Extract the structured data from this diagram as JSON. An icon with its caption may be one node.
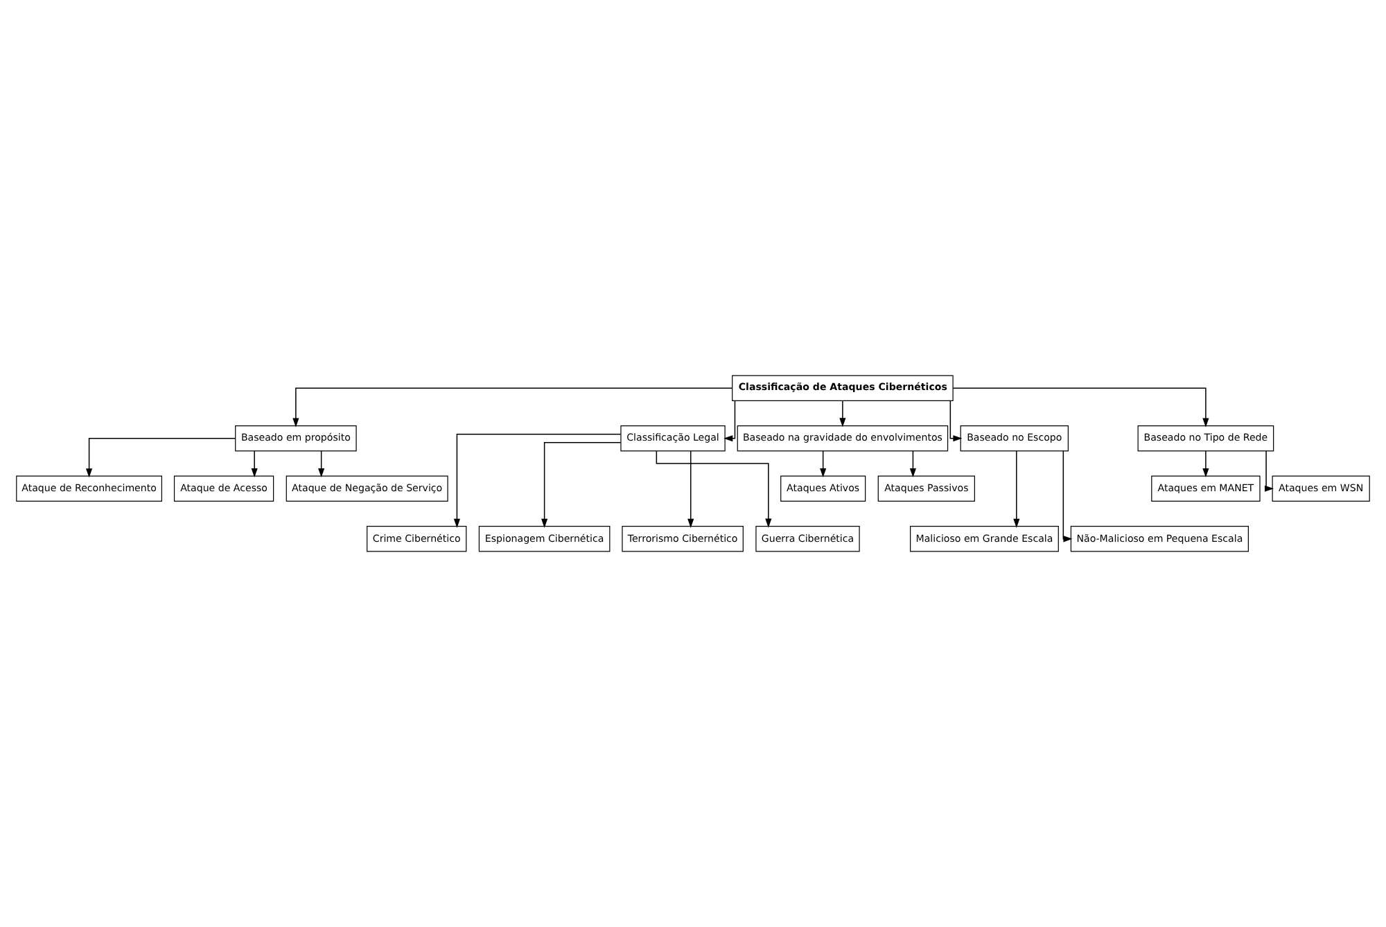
{
  "diagram": {
    "nodes": [
      {
        "text": [
          "Classificação de Ataques Cibernéticos"
        ]
      },
      {
        "text": [
          "Baseado em propósito"
        ]
      },
      {
        "text": [
          "Classificação Legal"
        ]
      },
      {
        "text": [
          "Baseado na gravidade do envolvimentos"
        ]
      },
      {
        "text": [
          "Baseado no Escopo"
        ]
      },
      {
        "text": [
          "Baseado no Tipo de Rede"
        ]
      },
      {
        "text": [
          "Ataque de Reconhecimento"
        ]
      },
      {
        "text": [
          "Ataque de Acesso"
        ]
      },
      {
        "text": [
          "Ataque de Negação de Serviço"
        ]
      },
      {
        "text": [
          "Ataques Ativos"
        ]
      },
      {
        "text": [
          "Ataques Passivos"
        ]
      },
      {
        "text": [
          "Ataques em MANET"
        ]
      },
      {
        "text": [
          "Ataques em WSN"
        ]
      },
      {
        "text": [
          "Crime Cibernético"
        ]
      },
      {
        "text": [
          "Espionagem Cibernética"
        ]
      },
      {
        "text": [
          "Terrorismo Cibernético"
        ]
      },
      {
        "text": [
          "Guerra Cibernética"
        ]
      },
      {
        "text": [
          "Malicioso em Grande Escala"
        ]
      },
      {
        "text": [
          "Não-Malicioso em Pequena Escala"
        ]
      }
    ],
    "edges": [
      {
        "from": 0,
        "to": 1,
        "arrow": "to"
      },
      {
        "from": 0,
        "to": 2,
        "arrow": "to"
      },
      {
        "from": 0,
        "to": 3,
        "arrow": "to"
      },
      {
        "from": 0,
        "to": 4,
        "arrow": "to"
      },
      {
        "from": 0,
        "to": 5,
        "arrow": "to"
      },
      {
        "from": 1,
        "to": 6,
        "arrow": "to"
      },
      {
        "from": 1,
        "to": 7,
        "arrow": "to"
      },
      {
        "from": 1,
        "to": 8,
        "arrow": "to"
      },
      {
        "from": 3,
        "to": 9,
        "arrow": "to"
      },
      {
        "from": 3,
        "to": 10,
        "arrow": "to"
      },
      {
        "from": 5,
        "to": 11,
        "arrow": "to"
      },
      {
        "from": 5,
        "to": 12,
        "arrow": "to"
      },
      {
        "from": 2,
        "to": 13,
        "arrow": "to"
      },
      {
        "from": 2,
        "to": 14,
        "arrow": "to"
      },
      {
        "from": 2,
        "to": 15,
        "arrow": "to"
      },
      {
        "from": 2,
        "to": 16,
        "arrow": "to"
      },
      {
        "from": 4,
        "to": 17,
        "arrow": "to"
      },
      {
        "from": 4,
        "to": 18,
        "arrow": "to"
      }
    ]
  }
}
